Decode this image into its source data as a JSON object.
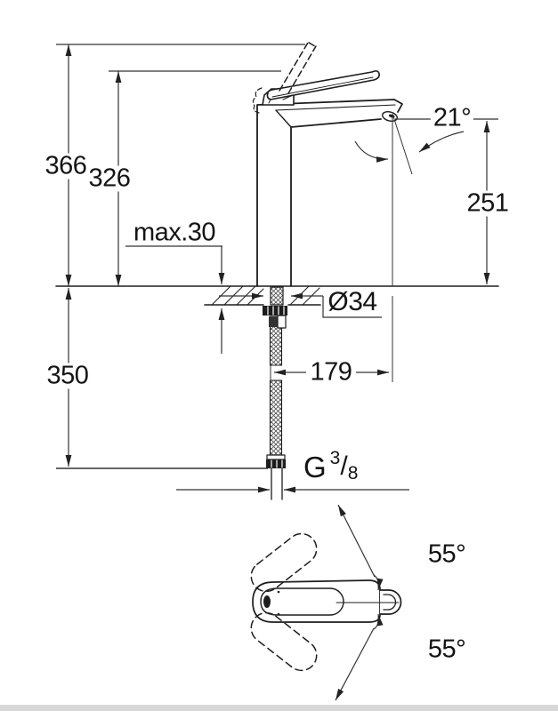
{
  "side_view": {
    "dims": {
      "total_height": "366",
      "lever_height": "326",
      "max_counter_thickness": "max.30",
      "spout_angle": "21°",
      "outlet_height": "251",
      "hole_diameter": "Ø34",
      "spout_projection": "179",
      "hose_length": "350"
    },
    "thread": {
      "g": "G",
      "numerator": "3",
      "slash": "/",
      "denominator": "8"
    }
  },
  "top_view": {
    "swivel_upper": "55°",
    "swivel_lower": "55°"
  }
}
